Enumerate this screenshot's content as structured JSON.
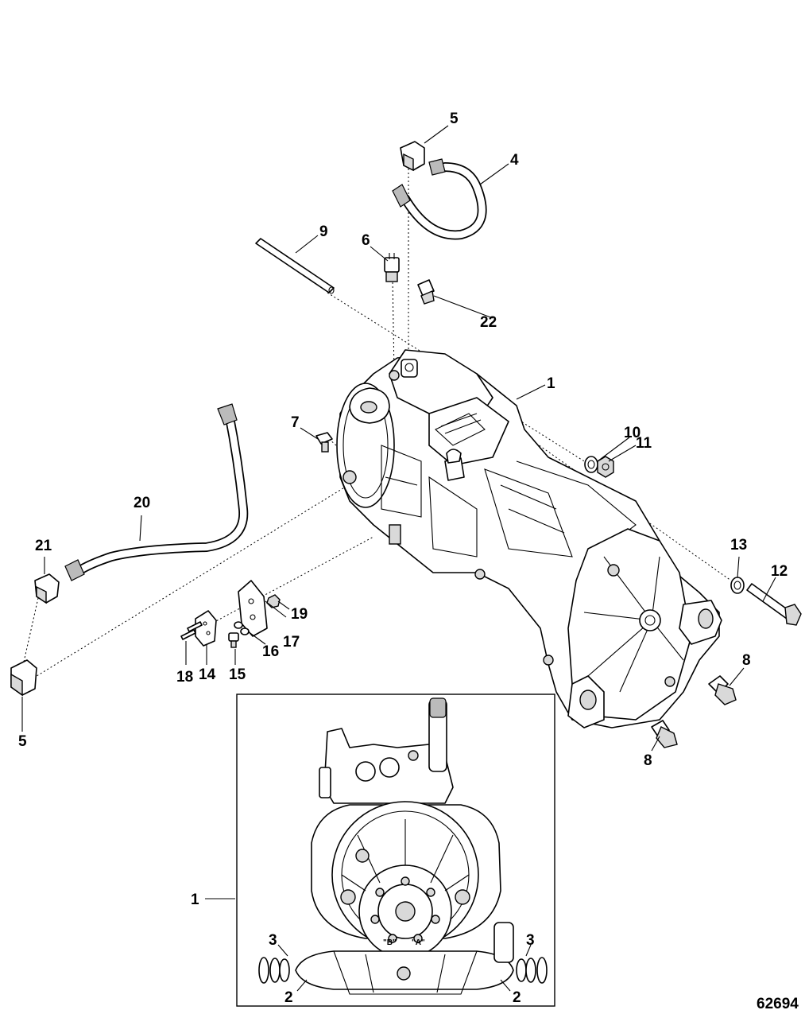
{
  "figure_id": "62694",
  "callouts": {
    "c1_main": "1",
    "c1_inset": "1",
    "c2_left": "2",
    "c2_right": "2",
    "c3_left": "3",
    "c3_right": "3",
    "c4": "4",
    "c5_top": "5",
    "c5_bottom": "5",
    "c6": "6",
    "c7": "7",
    "c8_upper": "8",
    "c8_lower": "8",
    "c9": "9",
    "c10": "10",
    "c11": "11",
    "c12": "12",
    "c13": "13",
    "c14": "14",
    "c15": "15",
    "c16": "16",
    "c17": "17",
    "c18": "18",
    "c19": "19",
    "c20": "20",
    "c21": "21",
    "c22": "22"
  },
  "inset_markings": {
    "port_b": "\"B\"",
    "port_a": "\"A\""
  }
}
